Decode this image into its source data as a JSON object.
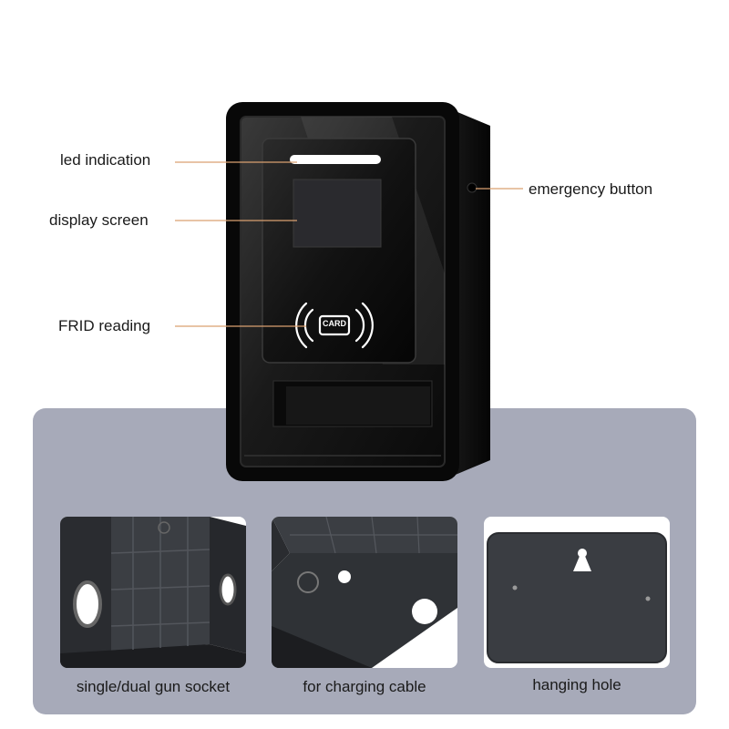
{
  "callouts": {
    "led": "led indication",
    "display": "display screen",
    "rfid": "FRID reading",
    "emergency": "emergency button"
  },
  "card_label": "CARD",
  "captions": {
    "socket": "single/dual gun socket",
    "cable": "for charging cable",
    "hanging": "hanging hole"
  },
  "colors": {
    "accent_line": "#d9a070",
    "panel_bg": "#a7aab9",
    "charger_body": "#0d0d0d",
    "led_strip": "#ffffff"
  }
}
